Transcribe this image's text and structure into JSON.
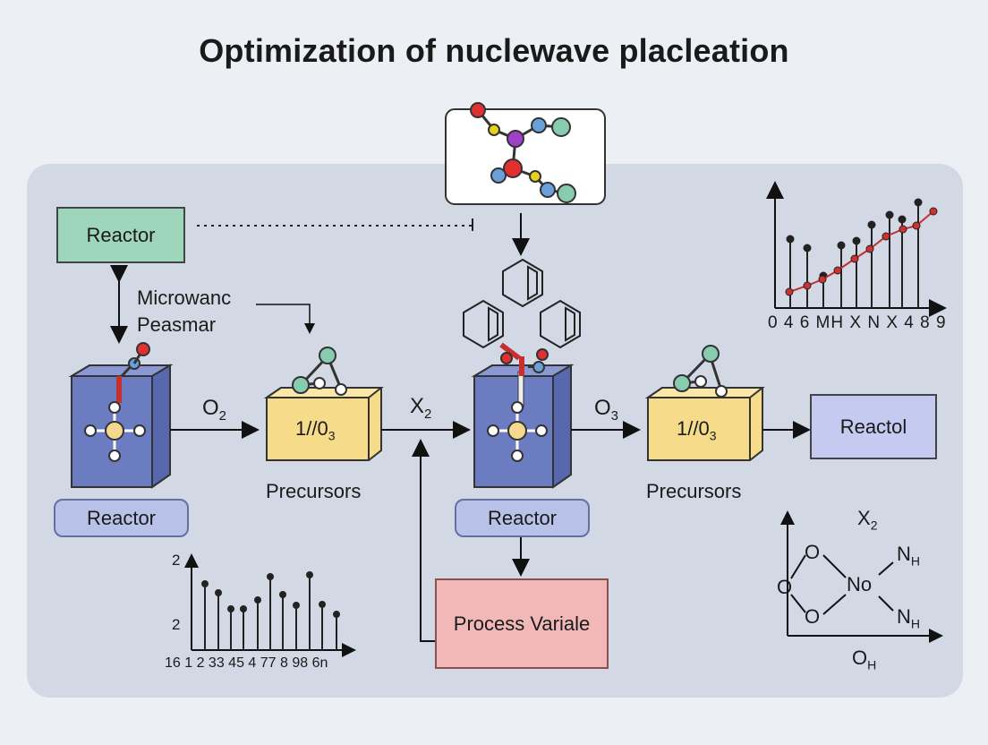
{
  "title": "Optimization of nuclewave placleation",
  "reactor_top_box": "Reactor",
  "annotation_line1": "Microwanc",
  "annotation_line2": "Peasmar",
  "flow": {
    "reactor1_label": "Reactor",
    "o2": "O",
    "o2_sub": "2",
    "precursor1_box": "1//0",
    "precursor1_box_sub": "3",
    "precursor1_label": "Precursors",
    "x2": "X",
    "x2_sub": "2",
    "reactor2_label": "Reactor",
    "o3": "O",
    "o3_sub": "3",
    "precursor2_box": "1//0",
    "precursor2_box_sub": "3",
    "precursor2_label": "Precursors",
    "output_box": "Reactol",
    "process_box": "Process Variale"
  },
  "chart_right": {
    "x_ticks": "0 4 6 MH X N X 4 8 9"
  },
  "chart_left": {
    "y_top": "2",
    "y_mid": "2",
    "x_ticks": "16 1 2  33  45  4  77  8  98  6n"
  },
  "complex": {
    "x2": "X",
    "x2_sub": "2",
    "o_left": "O",
    "o_top": "O",
    "o_bottom": "O",
    "center": "No",
    "nh_top": "N",
    "nh_top_sub": "H",
    "nh_bottom": "N",
    "nh_bottom_sub": "H",
    "oh": "O",
    "oh_sub": "H"
  }
}
